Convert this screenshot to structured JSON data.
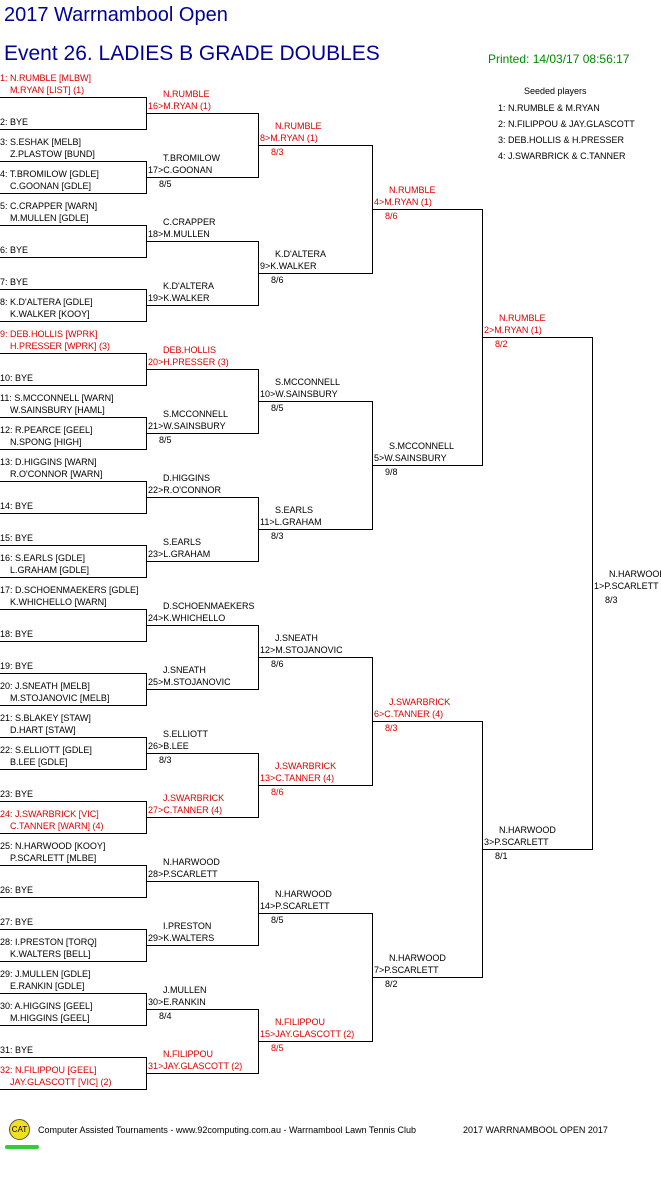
{
  "header": {
    "tournament": "2017 Warrnambool Open",
    "event": "Event 26. LADIES B GRADE DOUBLES",
    "printed": "Printed: 14/03/17 08:56:17"
  },
  "seeded": {
    "heading": "Seeded players",
    "list": [
      "1: N.RUMBLE & M.RYAN",
      "2: N.FILIPPOU & JAY.GLASCOTT",
      "3: DEB.HOLLIS & H.PRESSER",
      "4: J.SWARBRICK & C.TANNER"
    ]
  },
  "draw": [
    {
      "l1": "1: N.RUMBLE [MLBW]",
      "l2": "M.RYAN [LIST] (1)",
      "red": true
    },
    {
      "l1": "2: BYE",
      "l2": "",
      "red": false
    },
    {
      "l1": "3: S.ESHAK [MELB]",
      "l2": "Z.PLASTOW [BUND]",
      "red": false
    },
    {
      "l1": "4: T.BROMILOW [GDLE]",
      "l2": "C.GOONAN [GDLE]",
      "red": false
    },
    {
      "l1": "5: C.CRAPPER [WARN]",
      "l2": "M.MULLEN [GDLE]",
      "red": false
    },
    {
      "l1": "6: BYE",
      "l2": "",
      "red": false
    },
    {
      "l1": "7: BYE",
      "l2": "",
      "red": false
    },
    {
      "l1": "8: K.D'ALTERA [GDLE]",
      "l2": "K.WALKER [KOOY]",
      "red": false
    },
    {
      "l1": "9: DEB.HOLLIS [WPRK]",
      "l2": "H.PRESSER [WPRK] (3)",
      "red": true
    },
    {
      "l1": "10: BYE",
      "l2": "",
      "red": false
    },
    {
      "l1": "11: S.MCCONNELL [WARN]",
      "l2": "W.SAINSBURY [HAML]",
      "red": false
    },
    {
      "l1": "12: R.PEARCE [GEEL]",
      "l2": "N.SPONG [HIGH]",
      "red": false
    },
    {
      "l1": "13: D.HIGGINS [WARN]",
      "l2": "R.O'CONNOR [WARN]",
      "red": false
    },
    {
      "l1": "14: BYE",
      "l2": "",
      "red": false
    },
    {
      "l1": "15: BYE",
      "l2": "",
      "red": false
    },
    {
      "l1": "16: S.EARLS [GDLE]",
      "l2": "L.GRAHAM [GDLE]",
      "red": false
    },
    {
      "l1": "17: D.SCHOENMAEKERS [GDLE]",
      "l2": "K.WHICHELLO [WARN]",
      "red": false
    },
    {
      "l1": "18: BYE",
      "l2": "",
      "red": false
    },
    {
      "l1": "19: BYE",
      "l2": "",
      "red": false
    },
    {
      "l1": "20: J.SNEATH [MELB]",
      "l2": "M.STOJANOVIC [MELB]",
      "red": false
    },
    {
      "l1": "21: S.BLAKEY [STAW]",
      "l2": "D.HART [STAW]",
      "red": false
    },
    {
      "l1": "22: S.ELLIOTT [GDLE]",
      "l2": "B.LEE [GDLE]",
      "red": false
    },
    {
      "l1": "23: BYE",
      "l2": "",
      "red": false
    },
    {
      "l1": "24: J.SWARBRICK [VIC]",
      "l2": "C.TANNER [WARN] (4)",
      "red": true
    },
    {
      "l1": "25: N.HARWOOD [KOOY]",
      "l2": "P.SCARLETT [MLBE]",
      "red": false
    },
    {
      "l1": "26: BYE",
      "l2": "",
      "red": false
    },
    {
      "l1": "27: BYE",
      "l2": "",
      "red": false
    },
    {
      "l1": "28: I.PRESTON [TORQ]",
      "l2": "K.WALTERS [BELL]",
      "red": false
    },
    {
      "l1": "29: J.MULLEN [GDLE]",
      "l2": "E.RANKIN [GDLE]",
      "red": false
    },
    {
      "l1": "30: A.HIGGINS [GEEL]",
      "l2": "M.HIGGINS [GEEL]",
      "red": false
    },
    {
      "l1": "31: BYE",
      "l2": "",
      "red": false
    },
    {
      "l1": "32: N.FILIPPOU [GEEL]",
      "l2": "JAY.GLASCOTT [VIC] (2)",
      "red": true
    }
  ],
  "rounds": [
    [
      {
        "l1": "N.RUMBLE",
        "l2": "16>M.RYAN (1)",
        "score": "",
        "red": true
      },
      {
        "l1": "T.BROMILOW",
        "l2": "17>C.GOONAN",
        "score": "8/5",
        "red": false
      },
      {
        "l1": "C.CRAPPER",
        "l2": "18>M.MULLEN",
        "score": "",
        "red": false
      },
      {
        "l1": "K.D'ALTERA",
        "l2": "19>K.WALKER",
        "score": "",
        "red": false
      },
      {
        "l1": "DEB.HOLLIS",
        "l2": "20>H.PRESSER (3)",
        "score": "",
        "red": true
      },
      {
        "l1": "S.MCCONNELL",
        "l2": "21>W.SAINSBURY",
        "score": "8/5",
        "red": false
      },
      {
        "l1": "D.HIGGINS",
        "l2": "22>R.O'CONNOR",
        "score": "",
        "red": false
      },
      {
        "l1": "S.EARLS",
        "l2": "23>L.GRAHAM",
        "score": "",
        "red": false
      },
      {
        "l1": "D.SCHOENMAEKERS",
        "l2": "24>K.WHICHELLO",
        "score": "",
        "red": false
      },
      {
        "l1": "J.SNEATH",
        "l2": "25>M.STOJANOVIC",
        "score": "",
        "red": false
      },
      {
        "l1": "S.ELLIOTT",
        "l2": "26>B.LEE",
        "score": "8/3",
        "red": false
      },
      {
        "l1": "J.SWARBRICK",
        "l2": "27>C.TANNER (4)",
        "score": "",
        "red": true
      },
      {
        "l1": "N.HARWOOD",
        "l2": "28>P.SCARLETT",
        "score": "",
        "red": false
      },
      {
        "l1": "I.PRESTON",
        "l2": "29>K.WALTERS",
        "score": "",
        "red": false
      },
      {
        "l1": "J.MULLEN",
        "l2": "30>E.RANKIN",
        "score": "8/4",
        "red": false
      },
      {
        "l1": "N.FILIPPOU",
        "l2": "31>JAY.GLASCOTT (2)",
        "score": "",
        "red": true
      }
    ],
    [
      {
        "l1": "N.RUMBLE",
        "l2": "8>M.RYAN (1)",
        "score": "8/3",
        "red": true
      },
      {
        "l1": "K.D'ALTERA",
        "l2": "9>K.WALKER",
        "score": "8/6",
        "red": false
      },
      {
        "l1": "S.MCCONNELL",
        "l2": "10>W.SAINSBURY",
        "score": "8/5",
        "red": false
      },
      {
        "l1": "S.EARLS",
        "l2": "11>L.GRAHAM",
        "score": "8/3",
        "red": false
      },
      {
        "l1": "J.SNEATH",
        "l2": "12>M.STOJANOVIC",
        "score": "8/6",
        "red": false
      },
      {
        "l1": "J.SWARBRICK",
        "l2": "13>C.TANNER (4)",
        "score": "8/6",
        "red": true
      },
      {
        "l1": "N.HARWOOD",
        "l2": "14>P.SCARLETT",
        "score": "8/5",
        "red": false
      },
      {
        "l1": "N.FILIPPOU",
        "l2": "15>JAY.GLASCOTT (2)",
        "score": "8/5",
        "red": true
      }
    ],
    [
      {
        "l1": "N.RUMBLE",
        "l2": "4>M.RYAN (1)",
        "score": "8/6",
        "red": true
      },
      {
        "l1": "S.MCCONNELL",
        "l2": "5>W.SAINSBURY",
        "score": "9/8",
        "red": false
      },
      {
        "l1": "J.SWARBRICK",
        "l2": "6>C.TANNER (4)",
        "score": "8/3",
        "red": true
      },
      {
        "l1": "N.HARWOOD",
        "l2": "7>P.SCARLETT",
        "score": "8/2",
        "red": false
      }
    ],
    [
      {
        "l1": "N.RUMBLE",
        "l2": "2>M.RYAN (1)",
        "score": "8/2",
        "red": true
      },
      {
        "l1": "N.HARWOOD",
        "l2": "3>P.SCARLETT",
        "score": "8/1",
        "red": false
      }
    ]
  ],
  "final": {
    "l1": "N.HARWOOD",
    "l2": "1>P.SCARLETT",
    "score": "8/3",
    "red": false
  },
  "footer": {
    "logo": "CAT",
    "left": "Computer Assisted Tournaments - www.92computing.com.au -  Warrnambool Lawn Tennis Club",
    "right": "2017 WARRNAMBOOL OPEN 2017"
  }
}
